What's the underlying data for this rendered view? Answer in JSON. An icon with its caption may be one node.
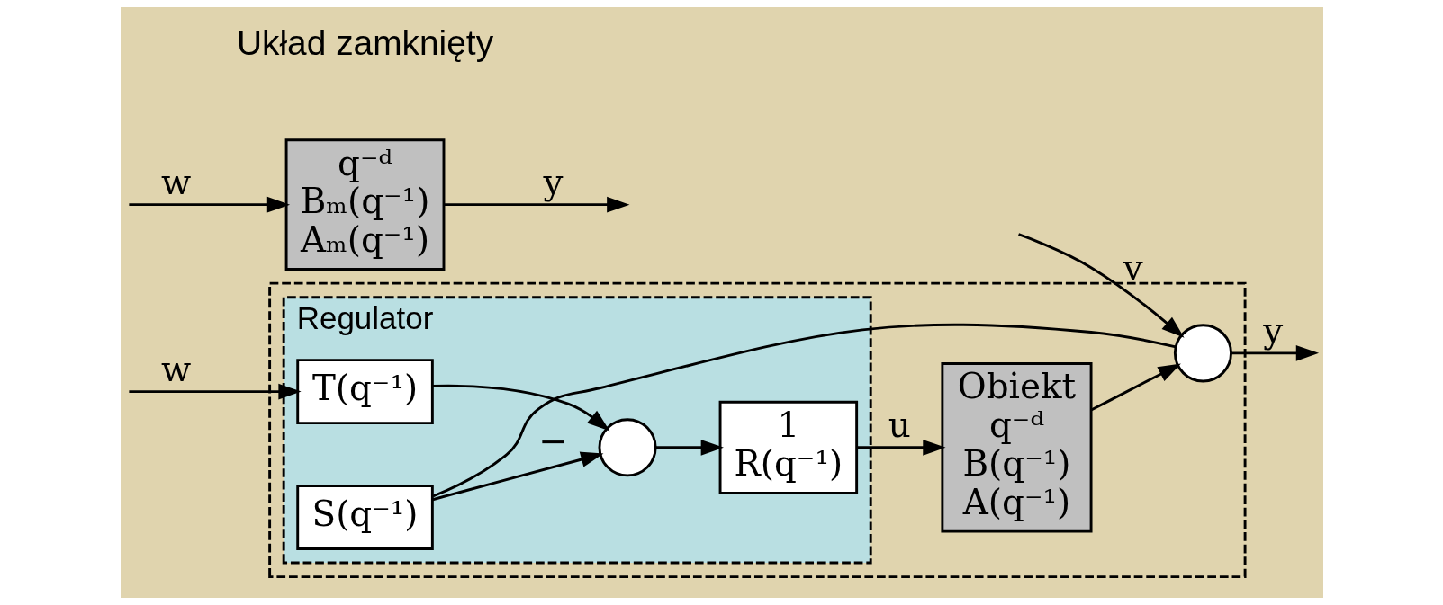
{
  "diagram": {
    "nodes": [
      {
        "text": [],
        "shape": "box"
      },
      {
        "text": [
          "Regulator"
        ],
        "in": 0
      },
      {
        "text": [
          "T(q⁻¹)"
        ],
        "in": 1
      },
      {
        "text": [],
        "shape": "circle",
        "in": 1
      },
      {
        "text": [
          "1",
          "R(q⁻¹)"
        ],
        "in": 1
      },
      {
        "text": [
          "S(q⁻¹)"
        ],
        "in": 1
      },
      {
        "text": [
          "Obiekt",
          "q⁻ᵈ",
          "B(q⁻¹)",
          "A(q⁻¹)"
        ],
        "in": 0
      },
      {
        "text": [],
        "shape": "circle",
        "in": 0
      },
      {
        "text": [
          "q⁻ᵈ",
          "Bₘ(q⁻¹)",
          "Aₘ(q⁻¹)"
        ],
        "beside": [
          "Układ zamknięty"
        ]
      }
    ],
    "edges": [
      {
        "from": null,
        "to": 2,
        "arrow": "to",
        "label": "w"
      },
      {
        "from": 2,
        "to": 3,
        "arrow": "to"
      },
      {
        "from": 3,
        "to": 4,
        "arrow": "to"
      },
      {
        "from": 4,
        "to": 6,
        "arrow": "to",
        "label": "u"
      },
      {
        "from": 6,
        "to": 7,
        "arrow": "to"
      },
      {
        "from": null,
        "to": 7,
        "arrow": "to",
        "label": "v"
      },
      {
        "from": 7,
        "to": null,
        "arrow": "to",
        "label": "y"
      },
      {
        "from": 7,
        "to": 5,
        "arrow": "none"
      },
      {
        "from": 5,
        "to": 3,
        "arrow": "to",
        "label": "−"
      },
      {
        "from": 8,
        "to": null,
        "arrow": "to",
        "label": "y"
      },
      {
        "from": null,
        "to": 8,
        "arrow": "to",
        "label": "w"
      }
    ]
  }
}
